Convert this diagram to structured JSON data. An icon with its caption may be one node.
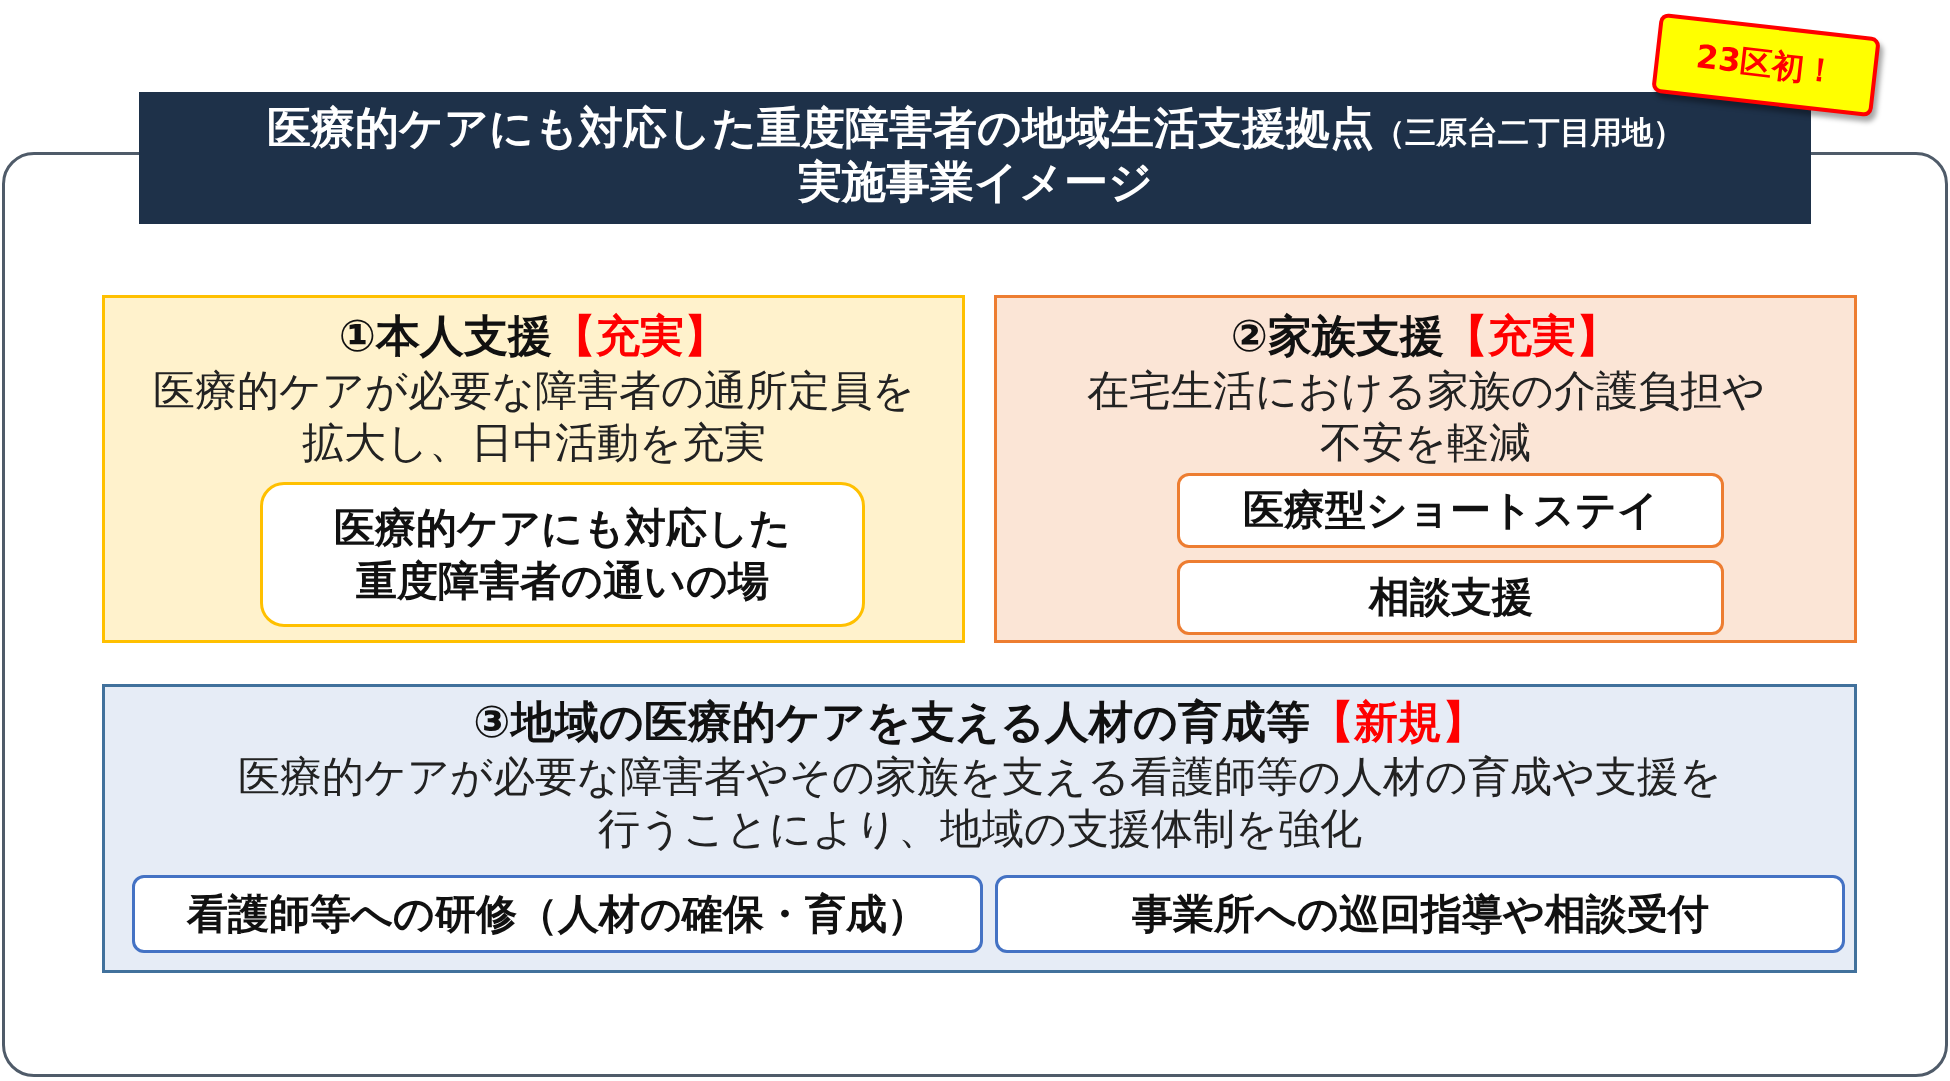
{
  "diagram": {
    "nodes": [
      {
        "text": [
          "医療的ケアにも対応した重度障害者の地域生活支援拠点",
          "（三原台二丁目用地）",
          "実施事業イメージ"
        ]
      },
      {
        "text": [
          "23区初！"
        ]
      },
      {
        "text": [
          "①本人支援",
          "【充実】",
          "医療的ケアが必要な障害者の通所定員を拡大し、日中活動を充実"
        ]
      },
      {
        "text": [
          "医療的ケアにも対応した重度障害者の通いの場"
        ],
        "in": 2
      },
      {
        "text": [
          "②家族支援",
          "【充実】",
          "在宅生活における家族の介護負担や不安を軽減"
        ]
      },
      {
        "text": [
          "医療型ショートステイ"
        ],
        "in": 4
      },
      {
        "text": [
          "相談支援"
        ],
        "in": 4
      },
      {
        "text": [
          "③地域の医療的ケアを支える人材の育成等",
          "【新規】",
          "医療的ケアが必要な障害者やその家族を支える看護師等の人材の育成や支援を行うことにより、地域の支援体制を強化"
        ]
      },
      {
        "text": [
          "看護師等への研修（人材の確保・育成）"
        ],
        "in": 7
      },
      {
        "text": [
          "事業所への巡回指導や相談受付"
        ],
        "in": 7
      }
    ]
  }
}
